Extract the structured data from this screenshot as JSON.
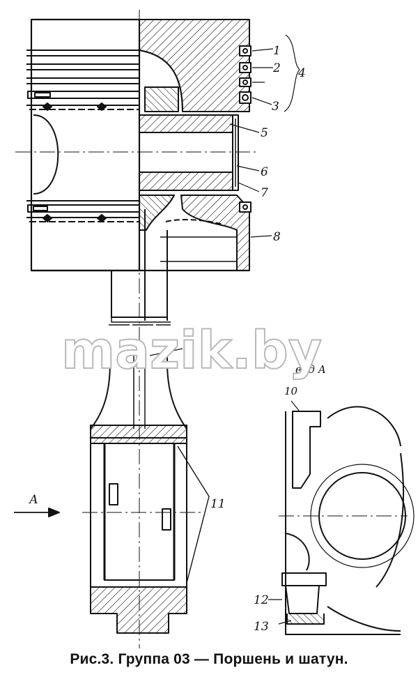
{
  "caption": "Рис.3. Группа 03 — Поршень и шатун.",
  "watermark": "mazik.by",
  "view_label": "вид А",
  "arrow_label": "А",
  "callouts": [
    "1",
    "2",
    "3",
    "4",
    "5",
    "6",
    "7",
    "8",
    "9",
    "10",
    "11",
    "12",
    "13"
  ]
}
